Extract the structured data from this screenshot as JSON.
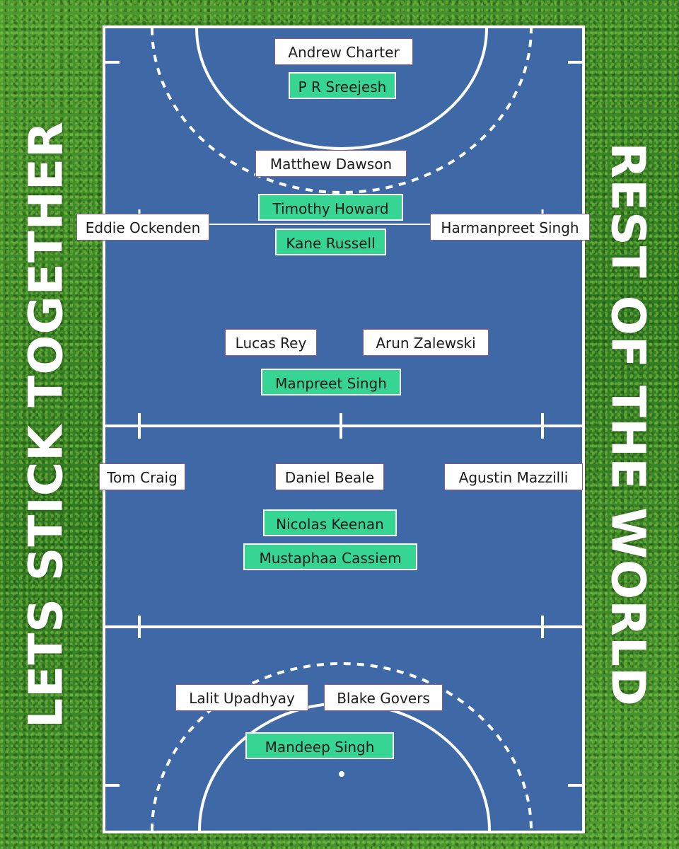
{
  "side_text": {
    "left": "LETS STICK TOGETHER",
    "right": "REST OF THE WORLD"
  },
  "colors": {
    "pitch": "#3e69a6",
    "lines": "#ffffff",
    "white_label": "#ffffff",
    "green_label": "#36d594",
    "grass": "#3f8a2a"
  },
  "players": {
    "andrew_charter": "Andrew Charter",
    "p_r_sreejesh": "P R Sreejesh",
    "matthew_dawson": "Matthew Dawson",
    "timothy_howard": "Timothy Howard",
    "eddie_ockenden": "Eddie Ockenden",
    "harmanpreet_singh": "Harmanpreet Singh",
    "kane_russell": "Kane Russell",
    "lucas_rey": "Lucas Rey",
    "arun_zalewski": "Arun Zalewski",
    "manpreet_singh": "Manpreet Singh",
    "tom_craig": "Tom Craig",
    "daniel_beale": "Daniel Beale",
    "agustin_mazzilli": "Agustin Mazzilli",
    "nicolas_keenan": "Nicolas Keenan",
    "mustaphaa_cassiem": "Mustaphaa Cassiem",
    "lalit_upadhyay": "Lalit Upadhyay",
    "blake_govers": "Blake Govers",
    "mandeep_singh": "Mandeep Singh"
  }
}
